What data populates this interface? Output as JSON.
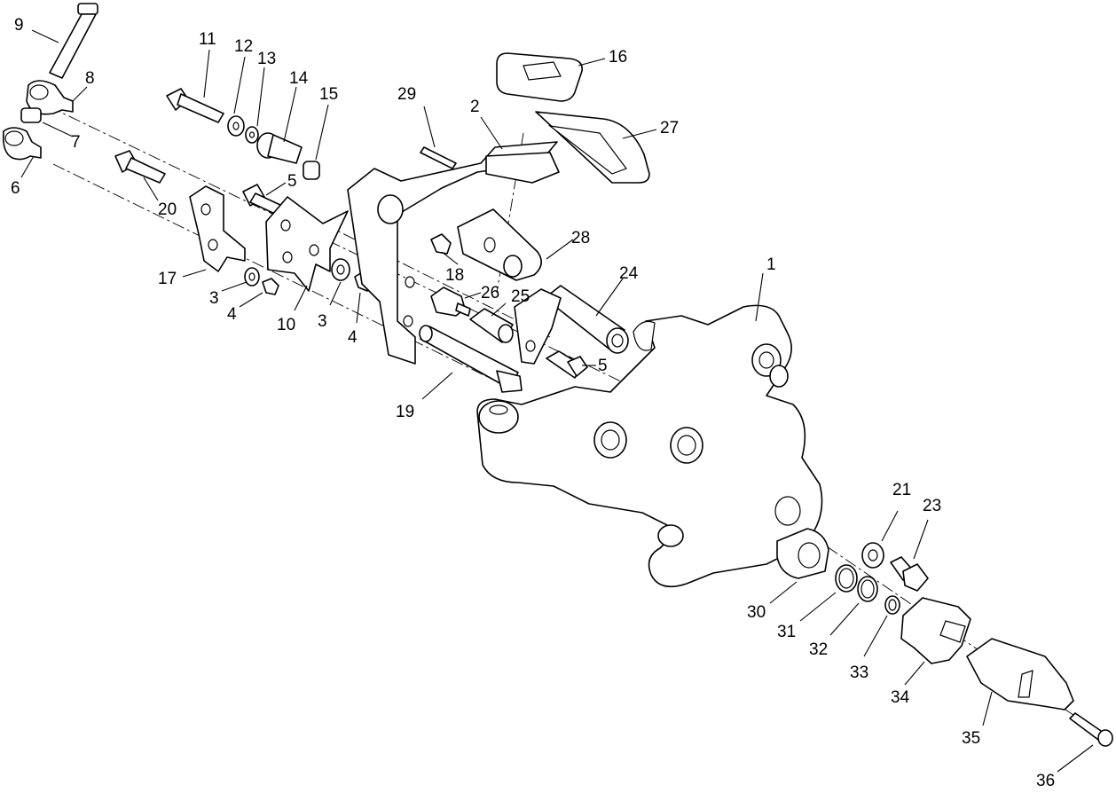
{
  "diagram": {
    "type": "exploded parts diagram",
    "callouts": [
      "1",
      "2",
      "3",
      "3",
      "4",
      "4",
      "5",
      "5",
      "6",
      "7",
      "8",
      "9",
      "10",
      "11",
      "12",
      "13",
      "14",
      "15",
      "16",
      "17",
      "18",
      "19",
      "20",
      "21",
      "23",
      "24",
      "25",
      "26",
      "27",
      "28",
      "29",
      "30",
      "31",
      "32",
      "33",
      "34",
      "35",
      "36"
    ]
  }
}
